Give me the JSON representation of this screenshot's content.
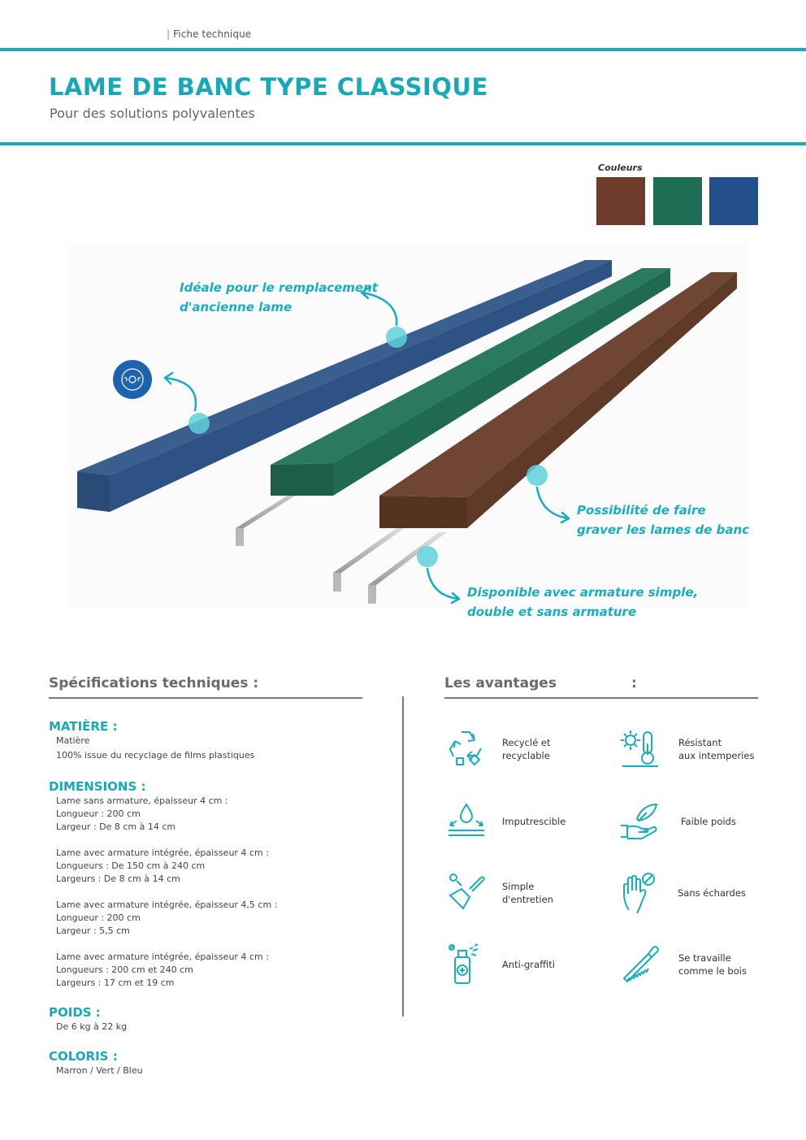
{
  "header": {
    "label": "Fiche technique"
  },
  "title": "LAME DE BANC TYPE CLASSIQUE",
  "subtitle": "Pour des solutions polyvalentes",
  "colors": {
    "label": "Couleurs",
    "swatches": [
      {
        "name": "brown",
        "hex": "#6e3a2c"
      },
      {
        "name": "green",
        "hex": "#1e6d55"
      },
      {
        "name": "blue",
        "hex": "#23508a"
      }
    ]
  },
  "callouts": {
    "replacement": [
      "Idéale pour le remplacement",
      "d'ancienne lame"
    ],
    "engrave": [
      "Possibilité de faire",
      "graver les lames de banc"
    ],
    "armature": [
      "Disponible avec armature simple,",
      "double et sans armature"
    ]
  },
  "specs": {
    "title": "Spécifications techniques :",
    "matiere": {
      "heading": "MATIÈRE :",
      "lines": [
        "Matière",
        "100% issue du recyclage de films plastiques"
      ]
    },
    "dimensions": {
      "heading": "DIMENSIONS :",
      "groups": [
        [
          "Lame sans armature, épaisseur 4 cm :",
          "Longueur : 200 cm",
          "Largeur : De 8 cm à 14 cm"
        ],
        [
          "Lame avec armature intégrée, épaisseur 4 cm :",
          "Longueurs : De 150 cm à 240 cm",
          "Largeurs : De 8 cm à 14 cm"
        ],
        [
          "Lame avec armature intégrée, épaisseur 4,5 cm :",
          "Longueur : 200 cm",
          "Largeur : 5,5 cm"
        ],
        [
          "Lame avec armature intégrée, épaisseur 4 cm :",
          "Longueurs : 200 cm et 240 cm",
          "Largeurs : 17 cm et 19 cm"
        ]
      ]
    },
    "poids": {
      "heading": "POIDS :",
      "value": "De 6 kg à 22 kg"
    },
    "coloris": {
      "heading": "COLORIS :",
      "value": "Marron / Vert / Bleu"
    }
  },
  "advantages": {
    "title": "Les avantages",
    "colon": ":",
    "items": [
      {
        "icon": "recycle-icon",
        "lines": [
          "Recyclé et",
          "recyclable"
        ]
      },
      {
        "icon": "sun-thermometer-icon",
        "lines": [
          "Résistant",
          "aux intemperies"
        ]
      },
      {
        "icon": "water-drop-icon",
        "lines": [
          "Imputrescible"
        ]
      },
      {
        "icon": "feather-hand-icon",
        "lines": [
          "Faible poids"
        ]
      },
      {
        "icon": "brush-icon",
        "lines": [
          "Simple",
          "d'entretien"
        ]
      },
      {
        "icon": "hand-stop-icon",
        "lines": [
          "Sans échardes"
        ]
      },
      {
        "icon": "spray-can-icon",
        "lines": [
          "Anti-graffiti"
        ]
      },
      {
        "icon": "saw-icon",
        "lines": [
          "Se travaille",
          "comme le bois"
        ]
      }
    ]
  }
}
